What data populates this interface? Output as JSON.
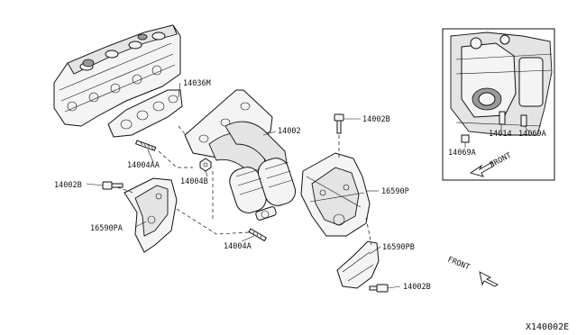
{
  "labels": {
    "p14036m": "14036M",
    "p14002": "14002",
    "p14002b_top": "14002B",
    "p14004aa": "14004AA",
    "p14002b_left": "14002B",
    "p14004b": "14004B",
    "p16590pa": "16590PA",
    "p14004a": "14004A",
    "p16590p": "16590P",
    "p16590pb": "16590PB",
    "p14002b_bottom": "14002B",
    "p14014": "14014",
    "p14069a_right": "14069A",
    "p14069a_left": "14069A"
  },
  "inset_direction": "FRONT",
  "main_direction": "FRONT",
  "diagram_code": "X140002E"
}
